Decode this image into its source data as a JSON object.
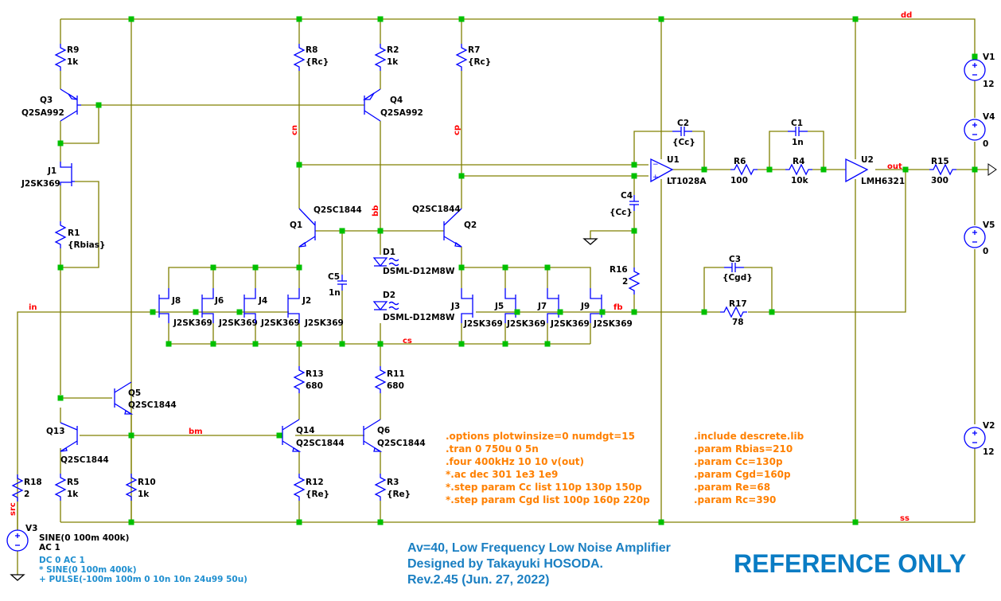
{
  "colors": {
    "wire": "#808000",
    "component": "#0000ff",
    "junction": "#00c000",
    "net_label": "#ff0000",
    "directive": "#ff8000",
    "comment": "#1f8fd0",
    "title": "#1a7fc2"
  },
  "nets": {
    "dd": "dd",
    "ss": "ss",
    "in": "in",
    "out": "out",
    "fb": "fb",
    "cn": "cn",
    "cp": "cp",
    "bb": "bb",
    "cs": "cs",
    "bm": "bm",
    "src": "src"
  },
  "components": {
    "R9": {
      "name": "R9",
      "value": "1k"
    },
    "R8": {
      "name": "R8",
      "value": "{Rc}"
    },
    "R2": {
      "name": "R2",
      "value": "1k"
    },
    "R7": {
      "name": "R7",
      "value": "{Rc}"
    },
    "Q3": {
      "name": "Q3",
      "value": "Q2SA992"
    },
    "Q4": {
      "name": "Q4",
      "value": "Q2SA992"
    },
    "J1": {
      "name": "J1",
      "value": "J2SK369"
    },
    "R1": {
      "name": "R1",
      "value": "{Rbias}"
    },
    "Q1": {
      "name": "Q1",
      "value": "Q2SC1844"
    },
    "Q2": {
      "name": "Q2",
      "value": "Q2SC1844"
    },
    "D1": {
      "name": "D1",
      "value": "DSML-D12M8W"
    },
    "D2": {
      "name": "D2",
      "value": "DSML-D12M8W"
    },
    "C5": {
      "name": "C5",
      "value": "1n"
    },
    "J8": {
      "name": "J8",
      "value": "J2SK369"
    },
    "J6": {
      "name": "J6",
      "value": "J2SK369"
    },
    "J4": {
      "name": "J4",
      "value": "J2SK369"
    },
    "J2": {
      "name": "J2",
      "value": "J2SK369"
    },
    "J3": {
      "name": "J3",
      "value": "J2SK369"
    },
    "J5": {
      "name": "J5",
      "value": "J2SK369"
    },
    "J7": {
      "name": "J7",
      "value": "J2SK369"
    },
    "J9": {
      "name": "J9",
      "value": "J2SK369"
    },
    "U1": {
      "name": "U1",
      "value": "LT1028A"
    },
    "U2": {
      "name": "U2",
      "value": "LMH6321"
    },
    "C2": {
      "name": "C2",
      "value": "{Cc}"
    },
    "C1": {
      "name": "C1",
      "value": "1n"
    },
    "C4": {
      "name": "C4",
      "value": "{Cc}"
    },
    "C3": {
      "name": "C3",
      "value": "{Cgd}"
    },
    "R6": {
      "name": "R6",
      "value": "100"
    },
    "R4": {
      "name": "R4",
      "value": "10k"
    },
    "R15": {
      "name": "R15",
      "value": "300"
    },
    "R16": {
      "name": "R16",
      "value": "2"
    },
    "R17": {
      "name": "R17",
      "value": "78"
    },
    "V1": {
      "name": "V1",
      "value": "12"
    },
    "V4": {
      "name": "V4",
      "value": "0"
    },
    "V5": {
      "name": "V5",
      "value": "0"
    },
    "V2": {
      "name": "V2",
      "value": "12"
    },
    "R13": {
      "name": "R13",
      "value": "680"
    },
    "R11": {
      "name": "R11",
      "value": "680"
    },
    "Q14": {
      "name": "Q14",
      "value": "Q2SC1844"
    },
    "Q6": {
      "name": "Q6",
      "value": "Q2SC1844"
    },
    "R12": {
      "name": "R12",
      "value": "{Re}"
    },
    "R3": {
      "name": "R3",
      "value": "{Re}"
    },
    "Q5": {
      "name": "Q5",
      "value": "Q2SC1844"
    },
    "Q13": {
      "name": "Q13",
      "value": "Q2SC1844"
    },
    "R5": {
      "name": "R5",
      "value": "1k"
    },
    "R10": {
      "name": "R10",
      "value": "1k"
    },
    "R18": {
      "name": "R18",
      "value": "2"
    },
    "V3": {
      "name": "V3",
      "value_lines": [
        "SINE(0 100m 400k)",
        "AC 1"
      ]
    }
  },
  "v3_comment": [
    "DC 0 AC 1",
    "* SINE(0 100m 400k)",
    "+ PULSE(-100m 100m 0 10n 10n 24u99 50u)"
  ],
  "directives_left": [
    ".options plotwinsize=0 numdgt=15",
    ".tran 0 750u 0 5n",
    ".four 400kHz 10 10 v(out)",
    "*.ac dec 301 1e3 1e9",
    "*.step param Cc list 110p 130p 150p",
    "*.step param Cgd list 100p 160p 220p"
  ],
  "directives_right": [
    ".include descrete.lib",
    ".param Rbias=210",
    ".param Cc=130p",
    ".param Cgd=160p",
    ".param Re=68",
    ".param Rc=390"
  ],
  "title_block": [
    "Av=40, Low Frequency Low Noise Amplifier",
    "Designed by Takayuki HOSODA.",
    "Rev.2.45  (Jun. 27, 2022)"
  ],
  "watermark": "REFERENCE ONLY"
}
